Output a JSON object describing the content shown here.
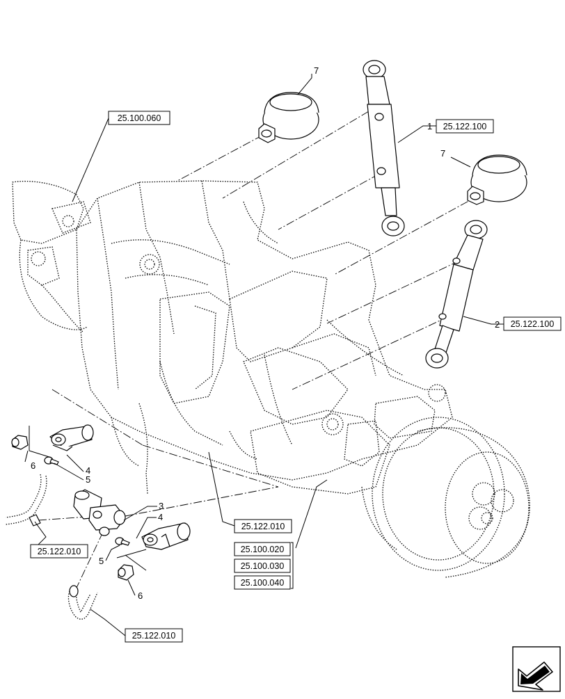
{
  "labels": {
    "ref_100_060": "25.100.060",
    "ref_122_100_a": "25.122.100",
    "ref_122_100_b": "25.122.100",
    "ref_122_010_center": "25.122.010",
    "ref_122_010_left": "25.122.010",
    "ref_122_010_bottom": "25.122.010",
    "ref_100_020": "25.100.020",
    "ref_100_030": "25.100.030",
    "ref_100_040": "25.100.040"
  },
  "callouts": {
    "n1": "1",
    "n2": "2",
    "n3": "3",
    "n4_upper": "4",
    "n4_lower": "4",
    "n5_upper": "5",
    "n5_lower": "5",
    "n6_upper": "6",
    "n6_lower": "6",
    "n7_upper": "7",
    "n7_right": "7"
  },
  "icons": {
    "navigation": "arrow-icon"
  }
}
